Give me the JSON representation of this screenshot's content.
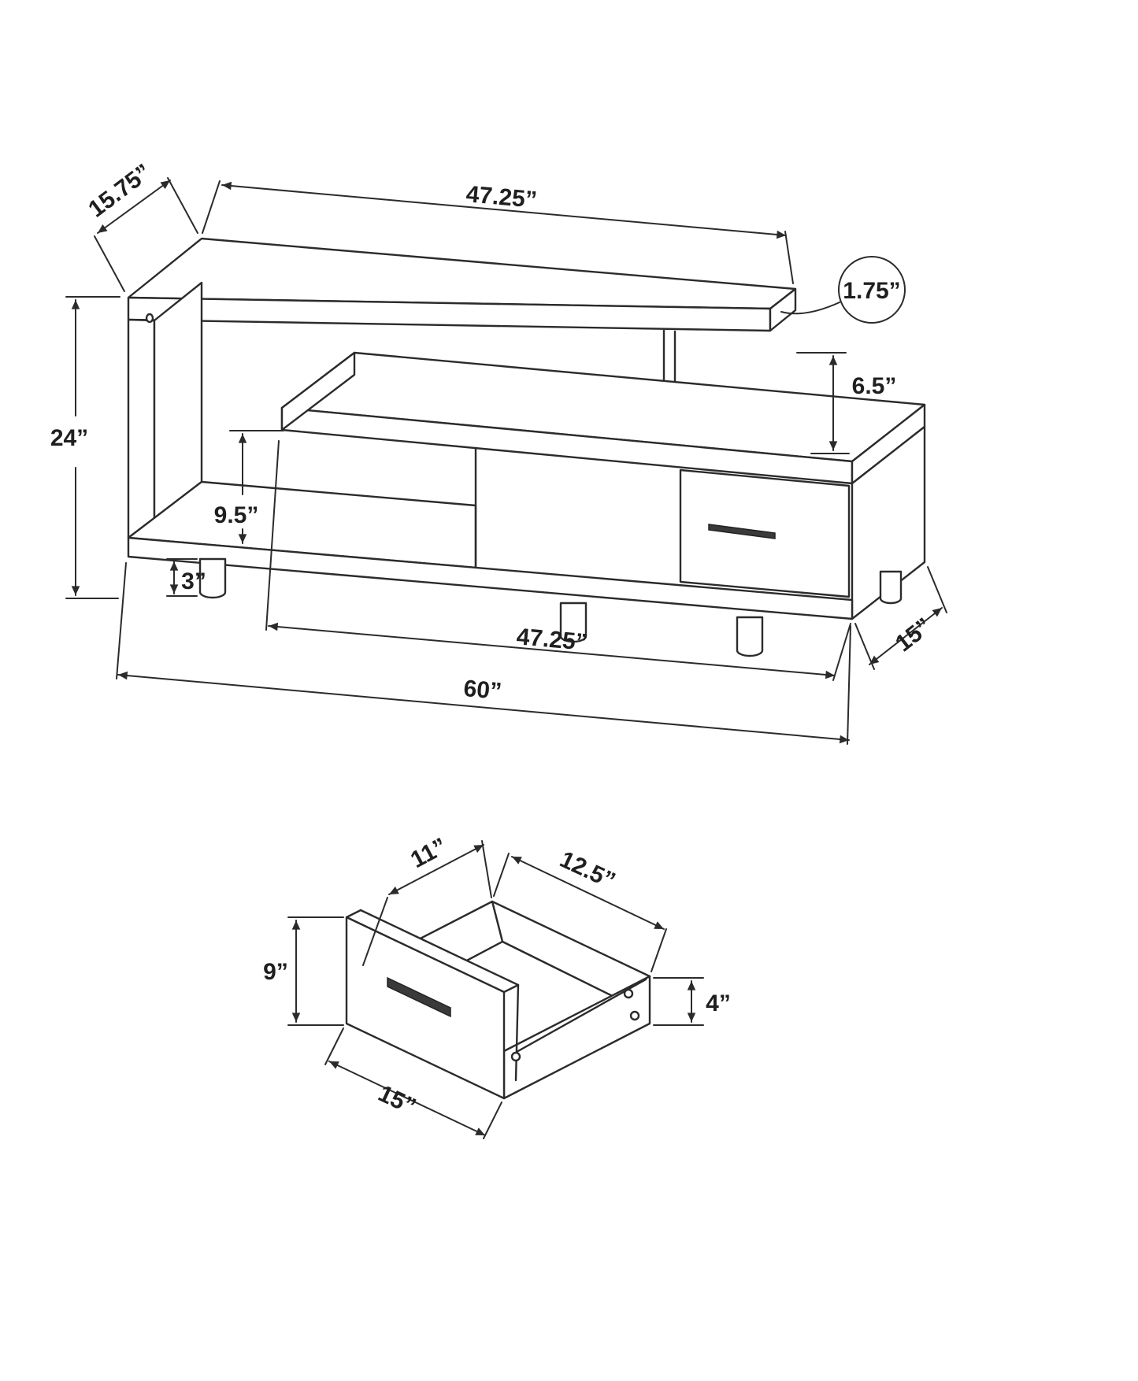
{
  "page": {
    "background": "#ffffff",
    "line_color": "#2b2b2b",
    "text_color": "#1f1f1f"
  },
  "figures": {
    "tv_stand": {
      "description": "tv-stand-dimension-diagram",
      "dims": {
        "depth_top": "15.75”",
        "width_top": "47.25”",
        "thickness_top": "1.75”",
        "gap": "6.5”",
        "height": "24”",
        "opening": "9.5”",
        "leg": "3”",
        "width_lower": "47.25”",
        "depth_lower": "15”",
        "width_overall": "60”"
      }
    },
    "drawer": {
      "description": "drawer-dimension-diagram",
      "dims": {
        "inner_width": "11”",
        "depth": "12.5”",
        "front_height": "9”",
        "side_height": "4”",
        "width": "15”"
      }
    }
  }
}
